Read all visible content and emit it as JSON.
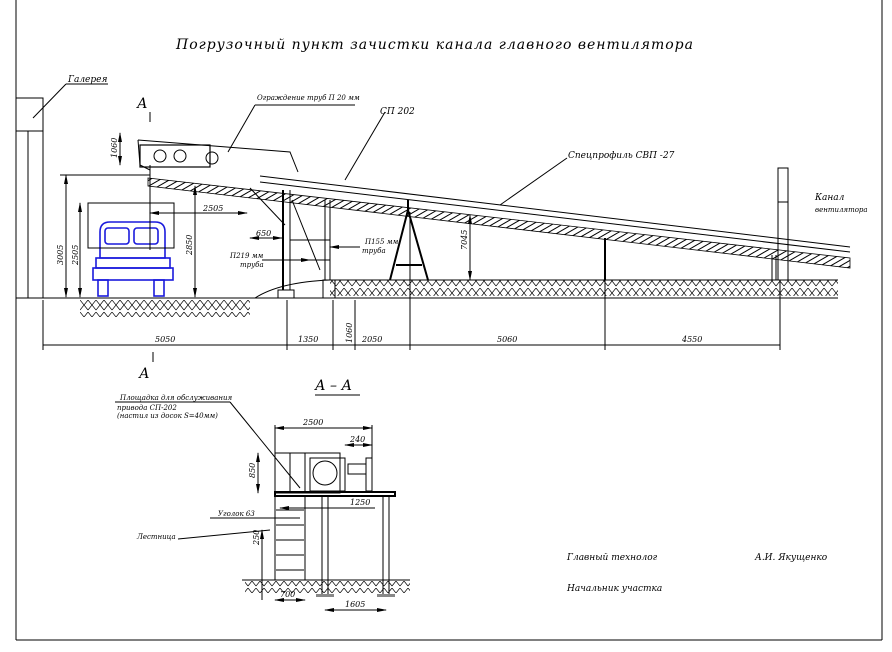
{
  "title": "Погрузочный пункт зачистки канала главного вентилятора",
  "labels": {
    "gallery": "Галерея",
    "guard": "Ограждение труб П 20 мм",
    "conveyor": "СП 202",
    "profile": "Спецпрофиль СВП -27",
    "channel_line1": "Канал",
    "channel_line2": "вентилятора",
    "pipe_219_line1": "П219 мм",
    "pipe_219_line2": "труба",
    "pipe_155_line1": "П155 мм",
    "pipe_155_line2": "труба",
    "section_mark_top": "А",
    "section_mark_bottom": "А",
    "section_title": "А – А",
    "platform_line1": "Площадка для обслуживания",
    "platform_line2": "привода СП-202",
    "platform_line3": "(настил из досок S=40мм)",
    "angle": "Уголок 63",
    "ladder": "Лестница"
  },
  "dimensions": {
    "d1060_top": "1060",
    "d3005": "3005",
    "d2505_v": "2505",
    "d2505_h": "2505",
    "d2850": "2850",
    "d650": "650",
    "d7045": "7045",
    "bottom": [
      "5050",
      "1350",
      "1060",
      "2050",
      "5060",
      "4550"
    ],
    "s2500": "2500",
    "s240": "240",
    "s850": "850",
    "s1250": "1250",
    "s250": "250",
    "s700": "700",
    "s1605": "1605"
  },
  "signatures": {
    "chief_title": "Главный технолог",
    "chief_name": "А.И. Якущенко",
    "section_head": "Начальник участка"
  }
}
